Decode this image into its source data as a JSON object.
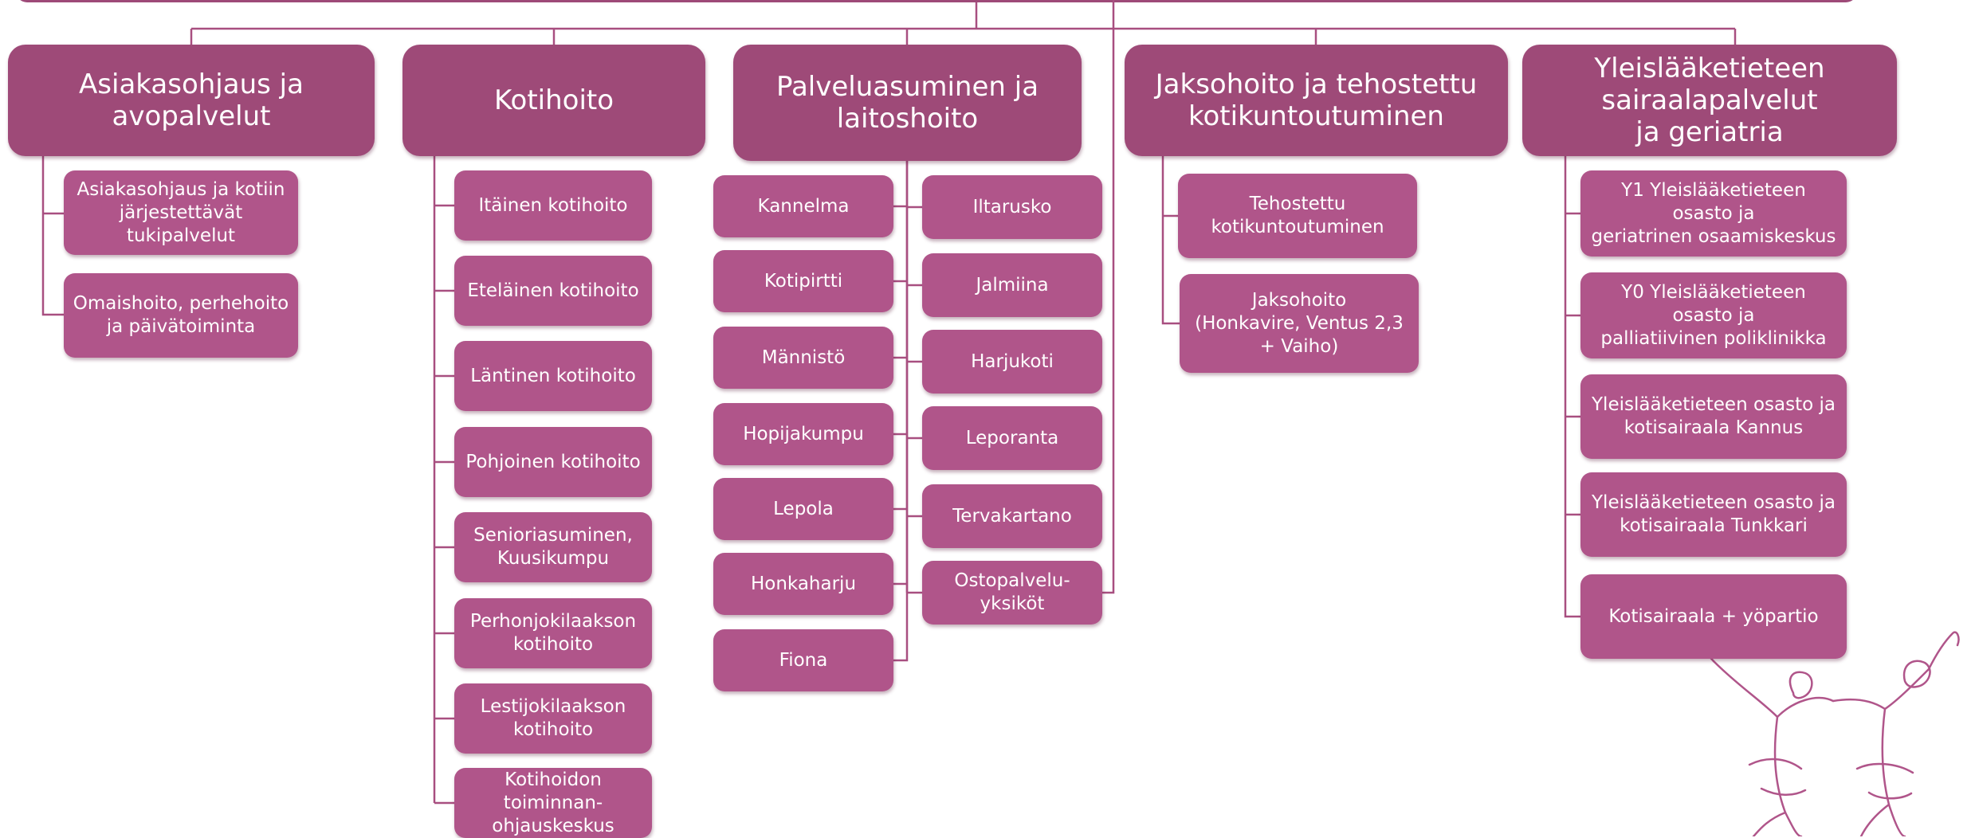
{
  "colors": {
    "header": "#9e4a78",
    "box": "#b0558a",
    "line": "#a84f80"
  },
  "columns": [
    {
      "title": "Asiakasohjaus ja avopalvelut",
      "units": [
        "Asiakasohjaus ja kotiin\njärjestettävät tukipalvelut",
        "Omaishoito, perhehoito\nja päivätoiminta"
      ]
    },
    {
      "title": "Kotihoito",
      "units": [
        "Itäinen kotihoito",
        "Eteläinen kotihoito",
        "Läntinen kotihoito",
        "Pohjoinen kotihoito",
        "Senioriasuminen,\nKuusikumpu",
        "Perhonjokilaakson\nkotihoito",
        "Lestijokilaakson\nkotihoito",
        "Kotihoidon toiminnan-\nohjauskeskus"
      ]
    },
    {
      "title": "Palveluasuminen ja\nlaitoshoito",
      "units_left": [
        "Kannelma",
        "Kotipirtti",
        "Männistö",
        "Hopijakumpu",
        "Lepola",
        "Honkaharju",
        "Fiona"
      ],
      "units_right": [
        "Iltarusko",
        "Jalmiina",
        "Harjukoti",
        "Leporanta",
        "Tervakartano",
        "Ostopalvelu-\nyksiköt"
      ]
    },
    {
      "title": "Jaksohoito ja tehostettu\nkotikuntoutuminen",
      "units": [
        "Tehostettu\nkotikuntoutuminen",
        "Jaksohoito\n(Honkavire, Ventus 2,3\n+ Vaiho)"
      ]
    },
    {
      "title": "Yleislääketieteen sairaalapalvelut\nja geriatria",
      "units": [
        "Y1 Yleislääketieteen osasto ja\ngeriatrinen osaamiskeskus",
        "Y0 Yleislääketieteen osasto ja\npalliatiivinen poliklinikka",
        "Yleislääketieteen osasto ja\nkotisairaala Kannus",
        "Yleislääketieteen osasto ja\nkotisairaala Tunkkari",
        "Kotisairaala + yöpartio"
      ]
    }
  ]
}
